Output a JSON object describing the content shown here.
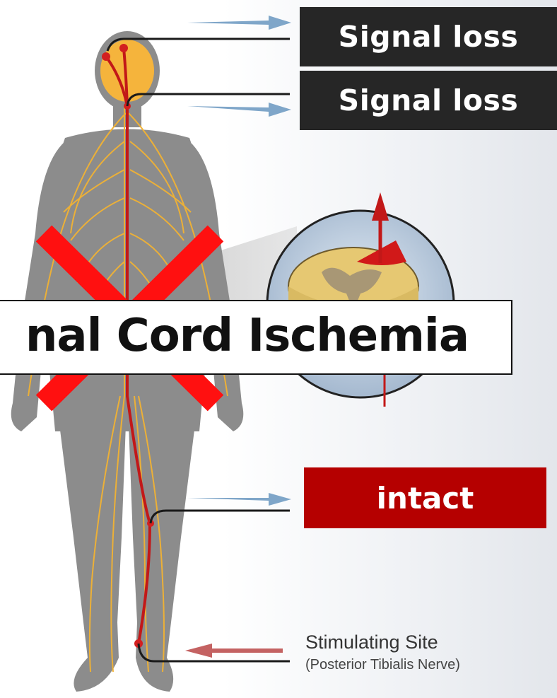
{
  "labels": {
    "signal_loss_top": "Signal loss",
    "signal_loss_second": "Signal loss",
    "title": "nal Cord Ischemia",
    "intact": "intact",
    "stimulating_site": "Stimulating Site",
    "stimulating_site_detail": "(Posterior Tibialis Nerve)"
  },
  "colors": {
    "body": "#8c8c8c",
    "nerve": "#f2b233",
    "spinal_path": "#c21818",
    "cross_mark": "#ff1010",
    "recording_arrow": "#7fa6c9",
    "stimulus_arrow": "#c46262",
    "label_dark": "#262626",
    "label_red": "#b50000"
  },
  "icons": {
    "figure": "human-nervous-system-figure",
    "cross": "red-x-mark",
    "inset": "spinal-cord-cross-section",
    "arrows_in": "blue-recording-arrow",
    "arrow_out": "red-stimulus-arrow"
  }
}
